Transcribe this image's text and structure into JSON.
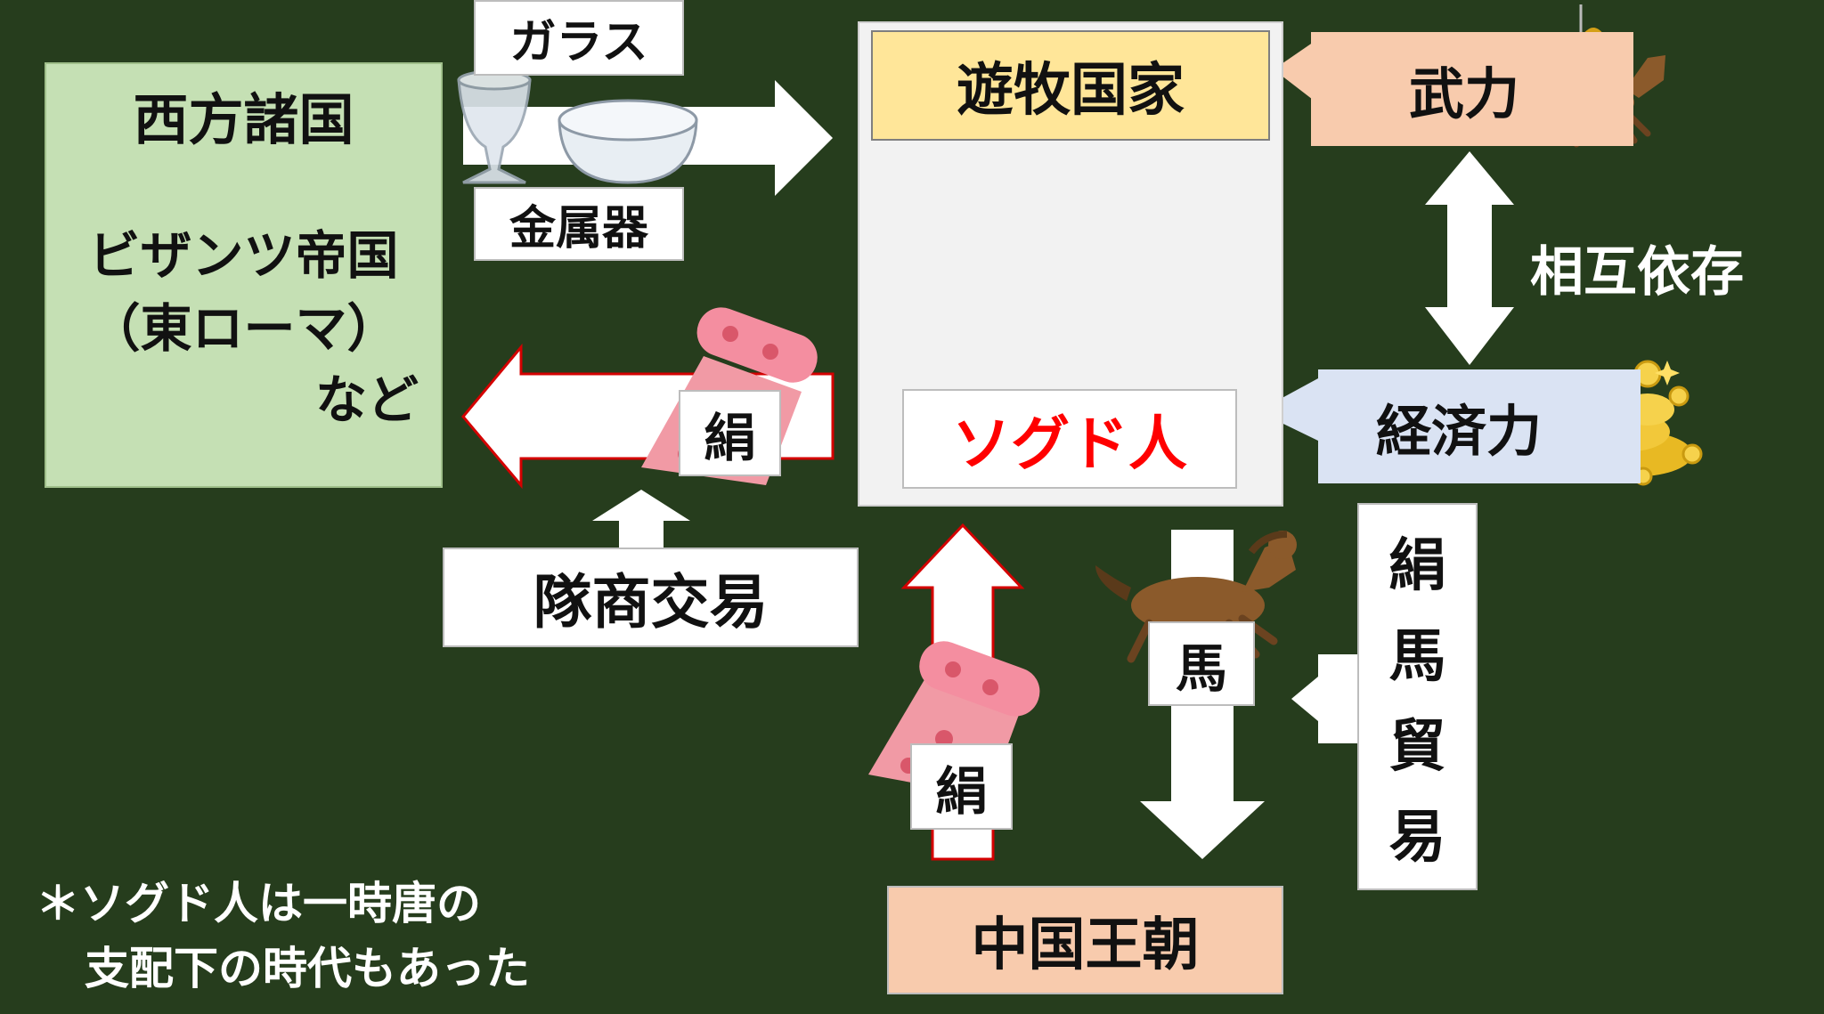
{
  "western": {
    "title": "西方諸国",
    "line1": "ビザンツ帝国",
    "line2": "（東ローマ）",
    "line3": "など",
    "color": "#c5e0b4"
  },
  "exports_west": {
    "glass": "ガラス",
    "metalware": "金属器"
  },
  "nomad": {
    "title": "遊牧国家",
    "title_color": "#ffe699",
    "sogdian": "ソグド人",
    "sogdian_color": "#ff0000"
  },
  "military": {
    "label": "武力",
    "color": "#f8cbad"
  },
  "interdependence": "相互依存",
  "economy": {
    "label": "経済力",
    "color": "#dae3f3"
  },
  "silk_west": "絹",
  "caravan": "隊商交易",
  "silk_china": "絹",
  "horse": "馬",
  "silk_horse_trade": [
    "絹",
    "馬",
    "貿",
    "易"
  ],
  "china": {
    "label": "中国王朝",
    "color": "#f8cbad"
  },
  "note": {
    "line1": "＊ソグド人は一時唐の",
    "line2": "支配下の時代もあった"
  },
  "icons": [
    "glass-goblet-icon",
    "glass-bowl-icon",
    "camel-merchant-icon",
    "cargo-boxes-icon",
    "horseman-icon",
    "gold-coins-icon",
    "silk-roll-icon",
    "horse-icon"
  ]
}
